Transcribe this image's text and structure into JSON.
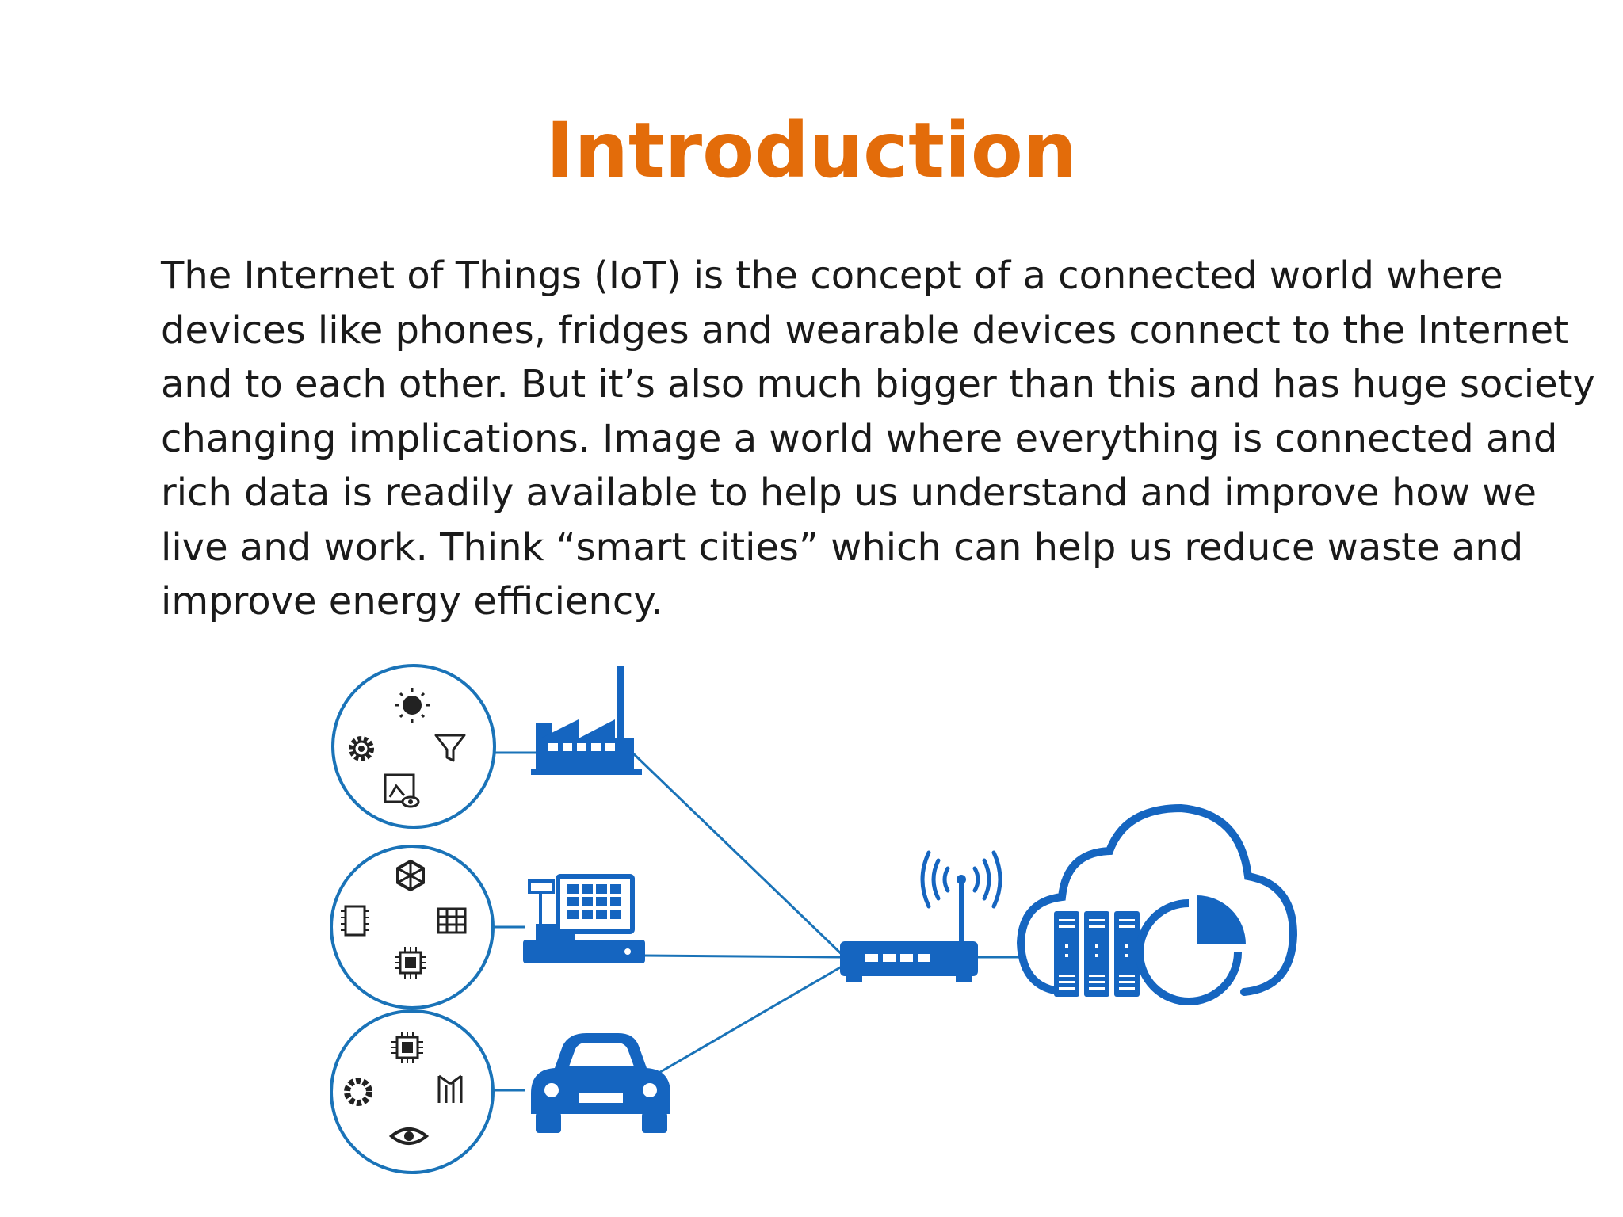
{
  "slide": {
    "title": "Introduction",
    "paragraph_lines": [
      "The Internet of Things (IoT) is the concept of a connected world where",
      "devices like phones, fridges and wearable devices connect to the Internet",
      "and to each other. But it’s also much bigger than this and has huge society",
      "changing implications. Image a world where everything is connected and",
      "rich data is readily available to help us understand and improve how we",
      "live and work. Think “smart cities” which can help us reduce waste and",
      "improve energy efficiency."
    ]
  },
  "diagram": {
    "line_color": "#1a73b8",
    "icon_color": "#1565c0",
    "sensor_icon_color": "#222222",
    "devices": [
      "factory-icon",
      "point-of-sale-icon",
      "car-icon"
    ],
    "hub": [
      "router-icon",
      "cloud-icon",
      "server-rack-icon",
      "pie-chart-icon"
    ]
  }
}
